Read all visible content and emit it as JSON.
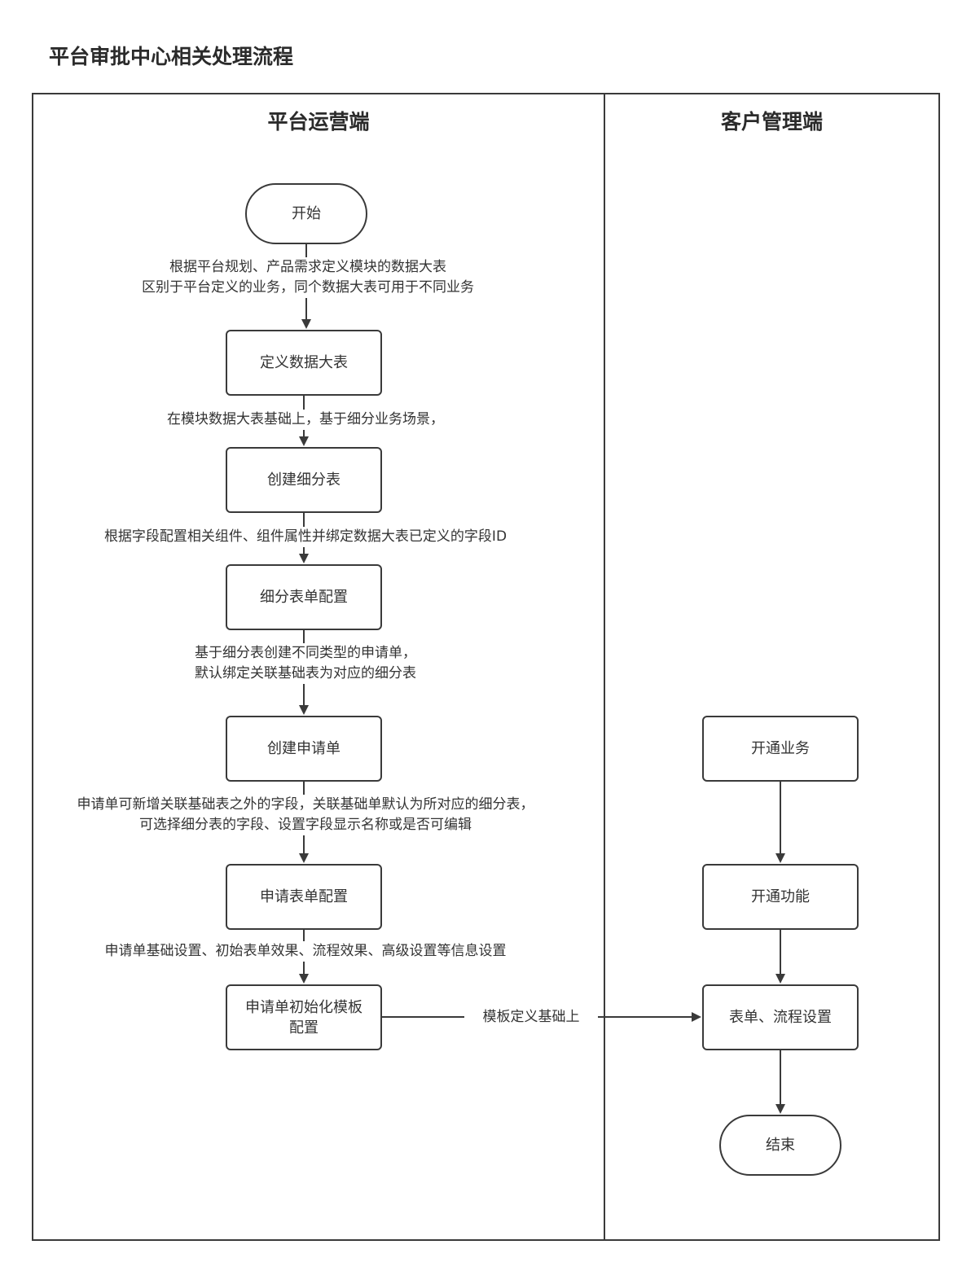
{
  "title": "平台审批中心相关处理流程",
  "colors": {
    "stroke": "#3a3a3a",
    "text": "#333333",
    "background": "#ffffff"
  },
  "lanes": {
    "left": {
      "title": "平台运营端"
    },
    "right": {
      "title": "客户管理端"
    }
  },
  "nodes": {
    "start": "开始",
    "define_table": "定义数据大表",
    "create_sub_table": "创建细分表",
    "sub_form_config": "细分表单配置",
    "create_application": "创建申请单",
    "application_form_config": "申请表单配置",
    "template_config_line1": "申请单初始化模板",
    "template_config_line2": "配置",
    "open_business": "开通业务",
    "open_function": "开通功能",
    "form_flow_settings": "表单、流程设置",
    "end": "结束"
  },
  "edge_labels": {
    "e1_line1": "根据平台规划、产品需求定义模块的数据大表",
    "e1_line2": "区别于平台定义的业务，同个数据大表可用于不同业务",
    "e2": "在模块数据大表基础上，基于细分业务场景，",
    "e3": "根据字段配置相关组件、组件属性并绑定数据大表已定义的字段ID",
    "e4_line1": "基于细分表创建不同类型的申请单，",
    "e4_line2": "默认绑定关联基础表为对应的细分表",
    "e5_line1": "申请单可新增关联基础表之外的字段，关联基础单默认为所对应的细分表，",
    "e5_line2": "可选择细分表的字段、设置字段显示名称或是否可编辑",
    "e6": "申请单基础设置、初始表单效果、流程效果、高级设置等信息设置",
    "e7": "模板定义基础上"
  }
}
